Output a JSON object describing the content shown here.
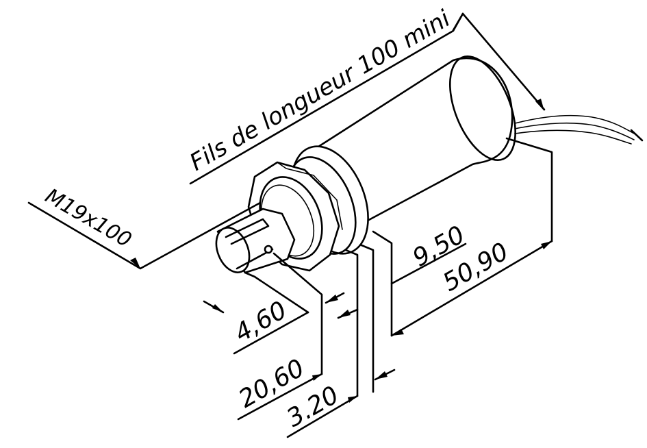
{
  "labels": {
    "wire_length": "Fils de longueur 100 mini",
    "thread": "M19x100",
    "dim_950": "9,50",
    "dim_5090": "50,90",
    "dim_460": "4,60",
    "dim_2060": "20,60",
    "dim_320": "3.20"
  },
  "colors": {
    "line": "#000000",
    "background": "#ffffff"
  }
}
